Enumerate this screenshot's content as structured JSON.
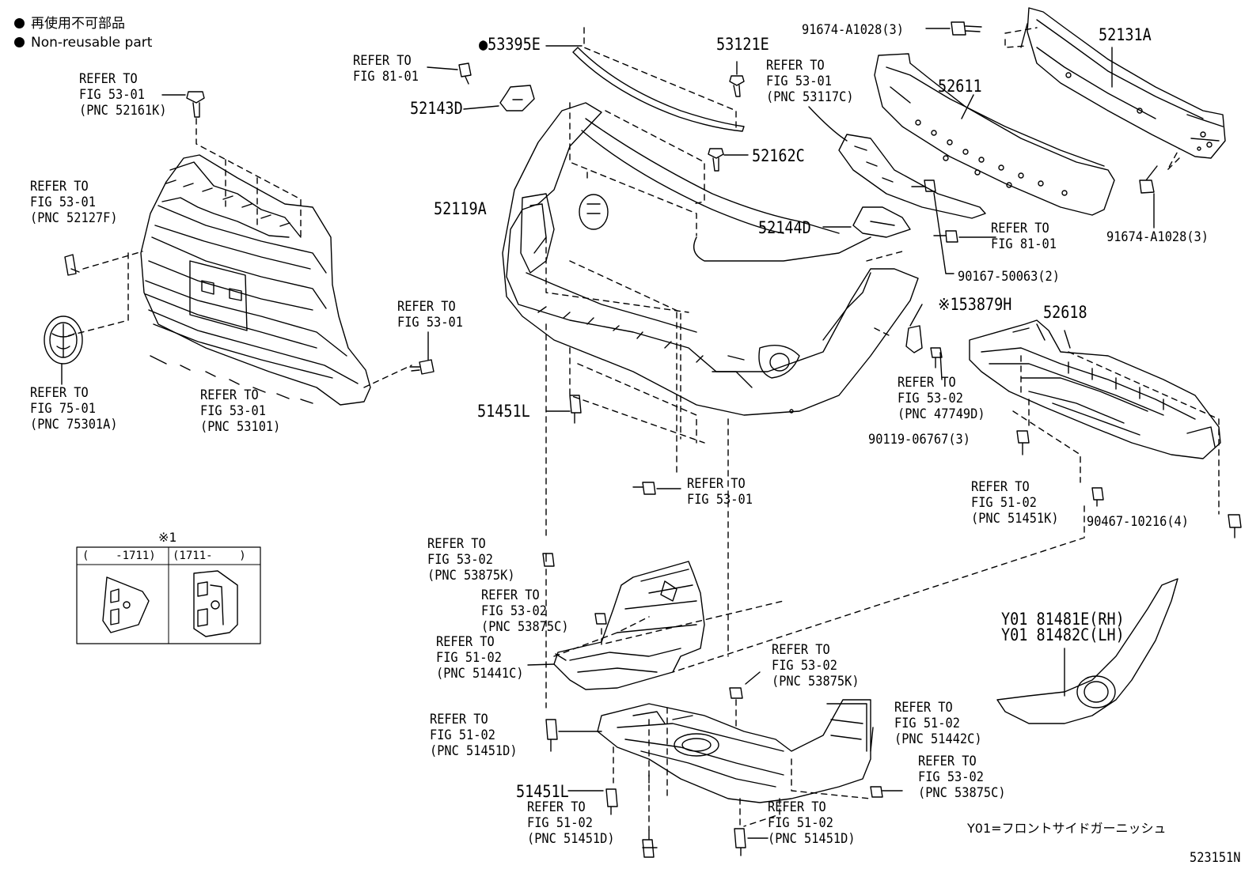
{
  "legend": {
    "marker": "●",
    "line1": "再使用不可部品",
    "line2": "Non-reusable part"
  },
  "parts": {
    "p53395E": "●53395E",
    "p53121E": "53121E",
    "p52131A": "52131A",
    "p52611": "52611",
    "p52143D": "52143D",
    "p52162C": "52162C",
    "p52119A": "52119A",
    "p52144D": "52144D",
    "p91674a": "91674-A1028(3)",
    "p91674b": "91674-A1028(3)",
    "p90167": "90167-50063(2)",
    "p53879H": "※153879H",
    "p52618": "52618",
    "p51451L_a": "51451L",
    "p51451L_b": "51451L",
    "p90119": "90119-06767(3)",
    "p90467": "90467-10216(4)",
    "pY01a": "Y01 81481E(RH)",
    "pY01b": "Y01 81482C(LH)",
    "drawing_no": "523151N"
  },
  "refs": {
    "r_81_top": [
      "REFER TO",
      "FIG 81-01"
    ],
    "r_52161K": [
      "REFER TO",
      "FIG 53-01",
      "(PNC 52161K)"
    ],
    "r_52127F": [
      "REFER TO",
      "FIG 53-01",
      "(PNC 52127F)"
    ],
    "r_53117C": [
      "REFER TO",
      "FIG 53-01",
      "(PNC 53117C)"
    ],
    "r_81_mid": [
      "REFER TO",
      "FIG 81-01"
    ],
    "r_5301_right": [
      "REFER TO",
      "FIG 53-01"
    ],
    "r_75301A": [
      "REFER TO",
      "FIG 75-01",
      "(PNC 75301A)"
    ],
    "r_53101": [
      "REFER TO",
      "FIG 53-01",
      "(PNC 53101)"
    ],
    "r_47749D": [
      "REFER TO",
      "FIG 53-02",
      "(PNC 47749D)"
    ],
    "r_5301_center": [
      "REFER TO",
      "FIG 53-01"
    ],
    "r_51451K": [
      "REFER TO",
      "FIG 51-02",
      "(PNC 51451K)"
    ],
    "r_53875K_a": [
      "REFER TO",
      "FIG 53-02",
      "(PNC 53875K)"
    ],
    "r_53875C_a": [
      "REFER TO",
      "FIG 53-02",
      "(PNC 53875C)"
    ],
    "r_51441C": [
      "REFER TO",
      "FIG 51-02",
      "(PNC 51441C)"
    ],
    "r_51451D_a": [
      "REFER TO",
      "FIG 51-02",
      "(PNC 51451D)"
    ],
    "r_53875K_b": [
      "REFER TO",
      "FIG 53-02",
      "(PNC 53875K)"
    ],
    "r_51442C": [
      "REFER TO",
      "FIG 51-02",
      "(PNC 51442C)"
    ],
    "r_53875C_b": [
      "REFER TO",
      "FIG 53-02",
      "(PNC 53875C)"
    ],
    "r_51451D_b": [
      "REFER TO",
      "FIG 51-02",
      "(PNC 51451D)"
    ],
    "r_51451D_c": [
      "REFER TO",
      "FIG 51-02",
      "(PNC 51451D)"
    ]
  },
  "inset": {
    "mark": "※1",
    "col1": "(    -1711)",
    "col2": "(1711-    )"
  },
  "footnote": "Y01=フロントサイドガーニッシュ"
}
